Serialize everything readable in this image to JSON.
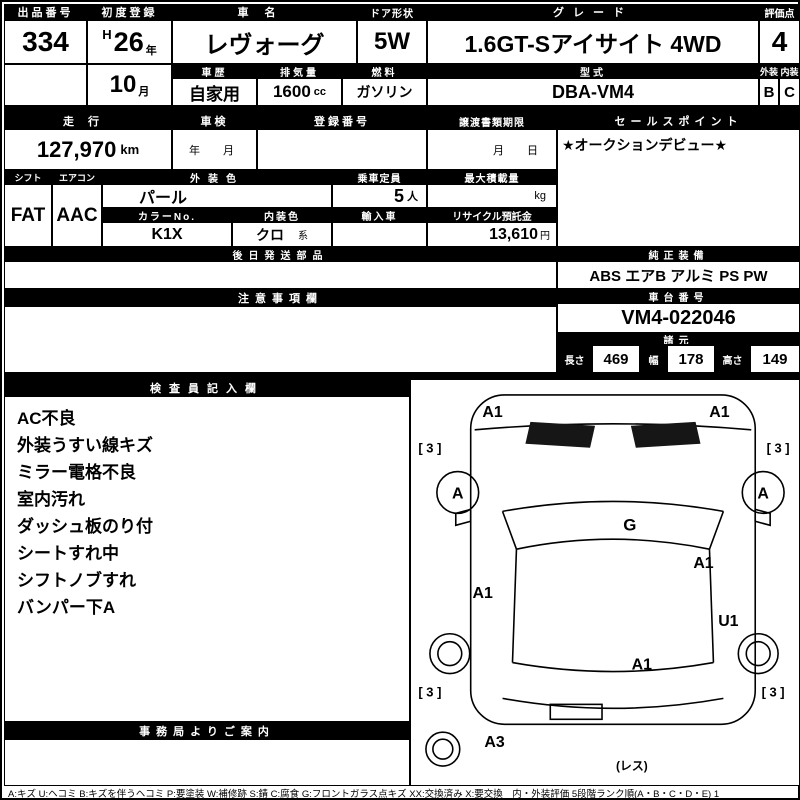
{
  "top": {
    "lot": {
      "label": "出品番号",
      "value": "334"
    },
    "first_reg": {
      "label": "初度登録",
      "era": "H",
      "year": "26",
      "year_unit": "年",
      "month": "10",
      "month_unit": "月"
    },
    "car_name": {
      "label": "車名",
      "value": "レヴォーグ"
    },
    "door": {
      "label": "ドア形状",
      "value": "5W"
    },
    "grade": {
      "label": "グレード",
      "value": "1.6GT-Sアイサイト 4WD"
    },
    "score": {
      "label": "評価点",
      "value": "4"
    },
    "history": {
      "label": "車歴",
      "value": "自家用"
    },
    "displacement": {
      "label": "排気量",
      "value": "1600",
      "unit": "cc"
    },
    "fuel": {
      "label": "燃料",
      "value": "ガソリン"
    },
    "model": {
      "label": "型式",
      "value": "DBA-VM4"
    },
    "exterior": {
      "label": "外装",
      "value": "B"
    },
    "interior": {
      "label": "内装",
      "value": "C"
    }
  },
  "mid": {
    "mileage": {
      "label": "走行",
      "value": "127,970",
      "unit": "km"
    },
    "shaken": {
      "label": "車検",
      "placeholder": "年　月"
    },
    "reg_no": {
      "label": "登録番号",
      "value": ""
    },
    "deadline": {
      "label": "譲渡書類期限",
      "placeholder": "月　日"
    },
    "sales_point": {
      "label": "セールスポイント",
      "value": "★オークションデビュー★"
    },
    "shift": {
      "label": "シフト",
      "value": "FAT"
    },
    "aircon": {
      "label": "エアコン",
      "value": "AAC"
    },
    "ext_color": {
      "label": "外装色",
      "value": "パール"
    },
    "capacity": {
      "label": "乗車定員",
      "value": "5",
      "unit": "人"
    },
    "max_load": {
      "label": "最大積載量",
      "unit": "kg"
    },
    "color_no": {
      "label": "カラーNo.",
      "value": "K1X"
    },
    "int_color": {
      "label": "内装色",
      "value": "クロ",
      "suffix": "系"
    },
    "import_car": {
      "label": "輸入車",
      "value": ""
    },
    "recycle": {
      "label": "リサイクル預託金",
      "value": "13,610",
      "unit": "円"
    },
    "later_parts": {
      "label": "後日発送部品",
      "value": ""
    },
    "equipment": {
      "label": "純正装備",
      "value": "ABS エアB アルミ PS PW"
    },
    "caution": {
      "label": "注意事項欄",
      "value": ""
    },
    "chassis": {
      "label": "車台番号",
      "value": "VM4-022046"
    },
    "specs": {
      "label": "諸元",
      "length_label": "長さ",
      "length": "469",
      "width_label": "幅",
      "width": "178",
      "height_label": "高さ",
      "height": "149"
    }
  },
  "inspector": {
    "label": "検査員記入欄",
    "notes": [
      "AC不良",
      "外装うすい線キズ",
      "ミラー電格不良",
      "室内汚れ",
      "ダッシュ板のり付",
      "シートすれ中",
      "シフトノブすれ",
      "バンパー下A"
    ]
  },
  "office": {
    "label": "事務局よりご案内"
  },
  "diagram": {
    "marks": [
      {
        "text": "A1"
      },
      {
        "text": "A1"
      },
      {
        "text": "[ 3 ]"
      },
      {
        "text": "[ 3 ]"
      },
      {
        "text": "A"
      },
      {
        "text": "A"
      },
      {
        "text": "G"
      },
      {
        "text": "A1"
      },
      {
        "text": "A1"
      },
      {
        "text": "U1"
      },
      {
        "text": "A1"
      },
      {
        "text": "[ 3 ]"
      },
      {
        "text": "[ 3 ]"
      },
      {
        "text": "A3"
      },
      {
        "text": "(レス)"
      }
    ]
  },
  "legend": "A:キズ U:ヘコミ B:キズを伴うヘコミ P:要塗装 W:補修跡 S:錆 C:腐食 G:フロントガラス点キズ XX:交換済み X:要交換　内・外装評価 5段階ランク順(A・B・C・D・E) 1"
}
